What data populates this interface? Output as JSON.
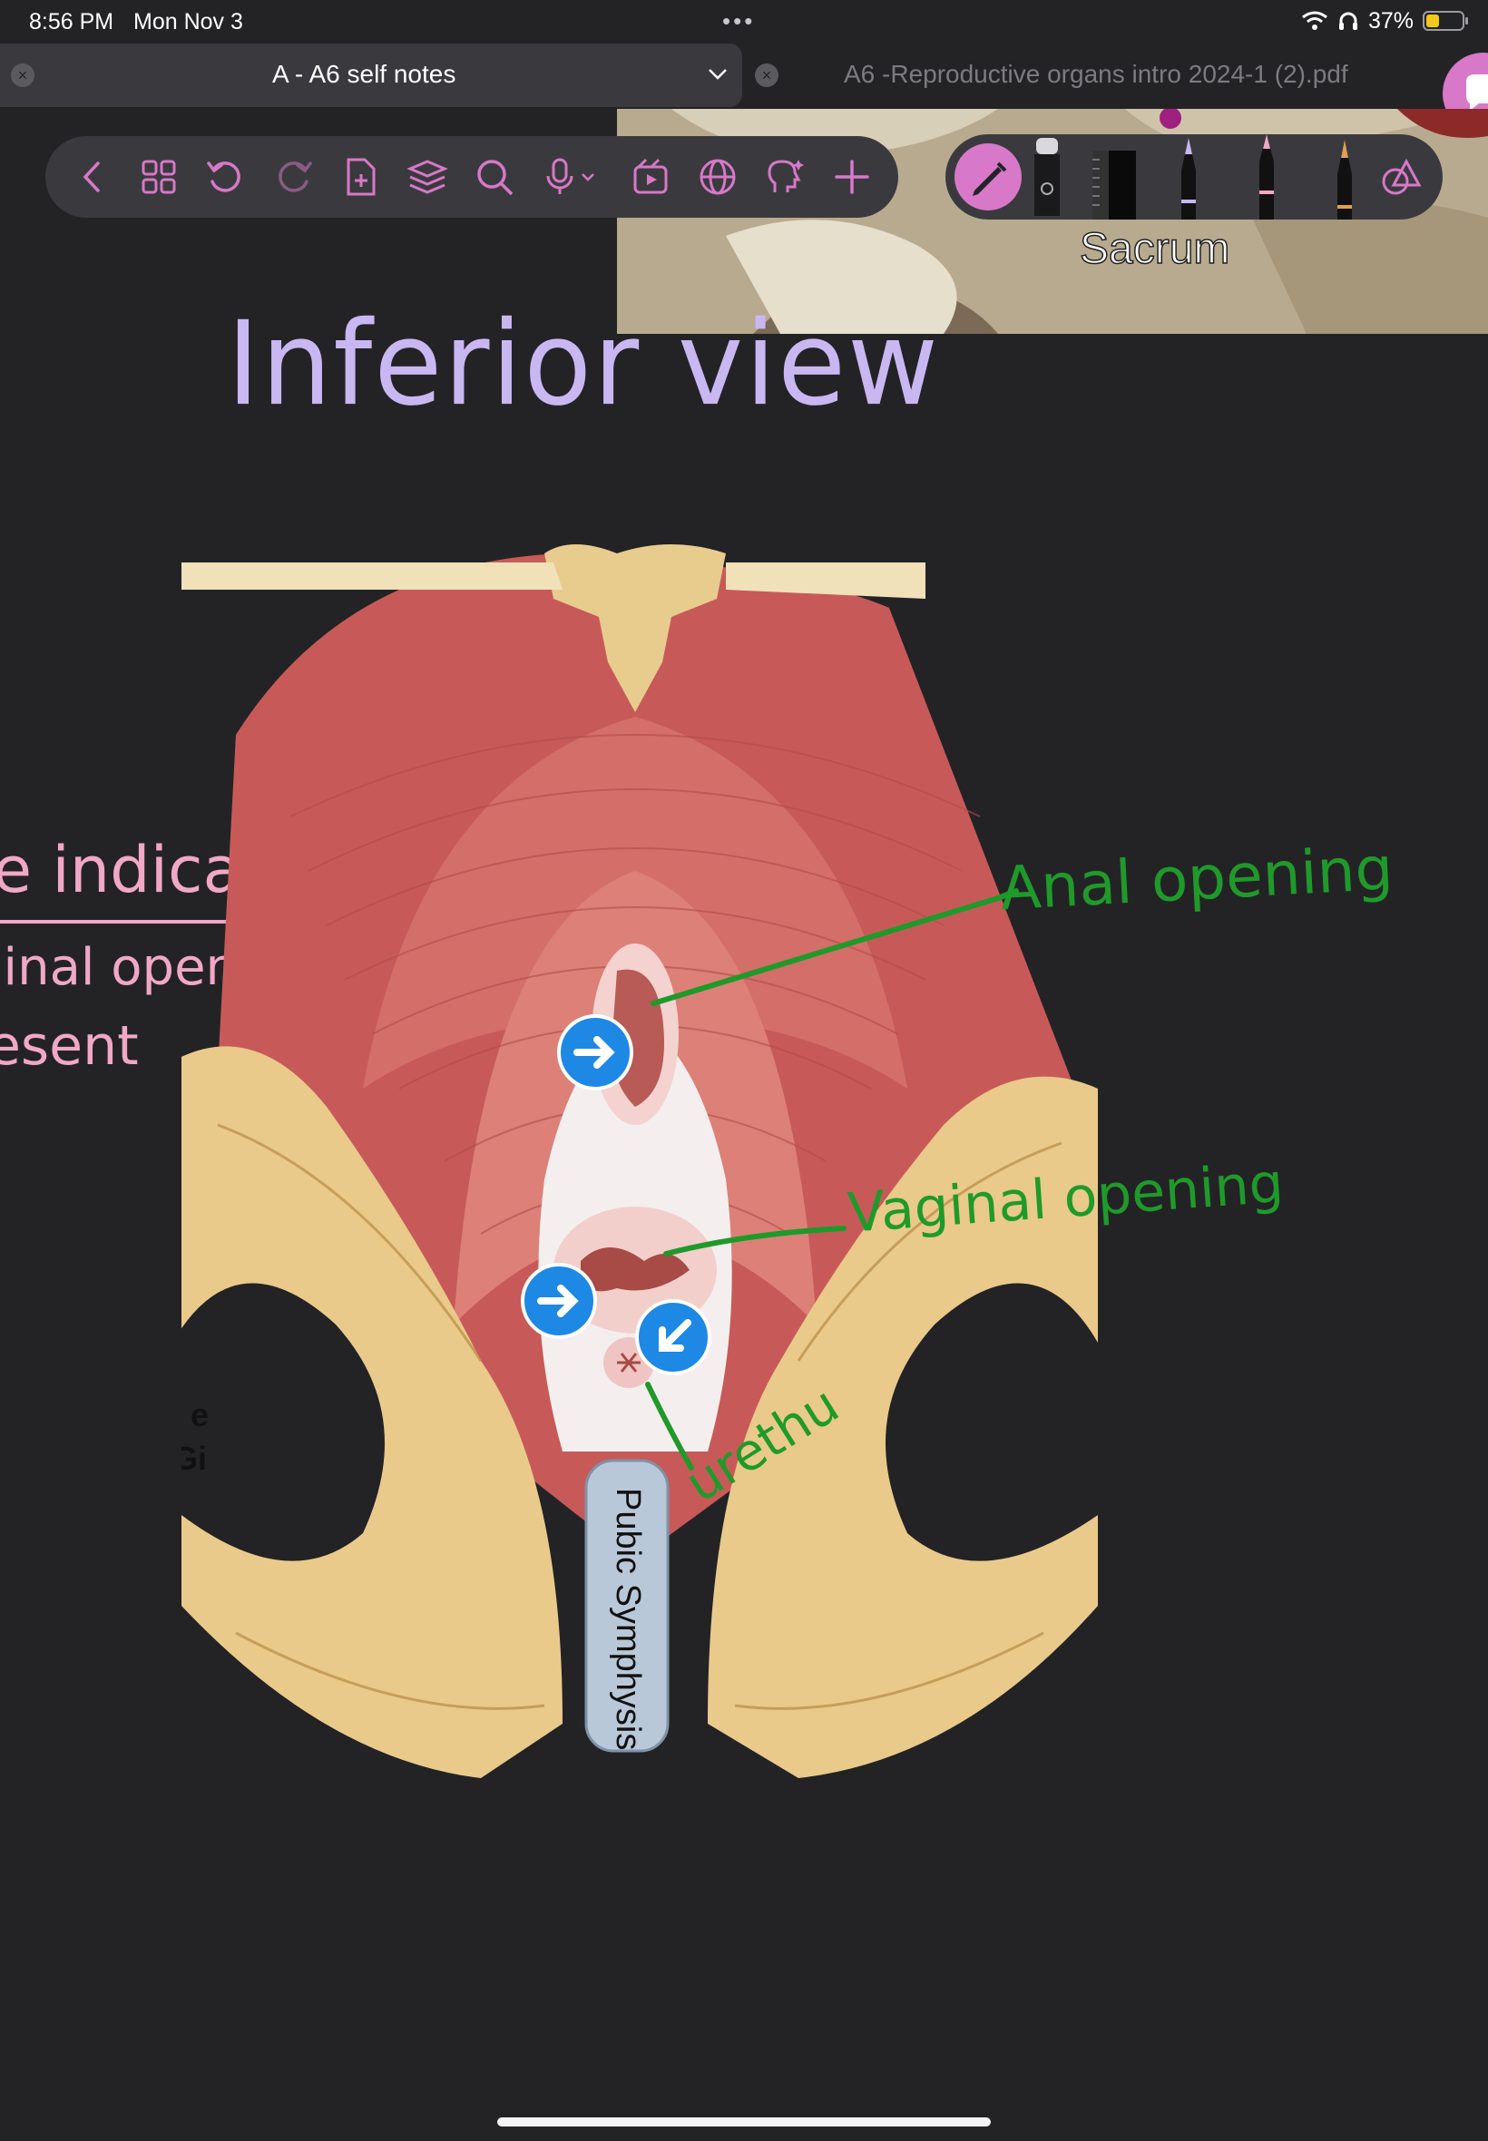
{
  "status": {
    "time": "8:56 PM",
    "date": "Mon Nov 3",
    "battery": "37%",
    "battery_fill_percent": 37
  },
  "tabs": [
    {
      "title": "A - A6 self notes",
      "active": true
    },
    {
      "title": "A6 -Reproductive organs intro 2024-1 (2).pdf",
      "active": false
    }
  ],
  "toolbar_icons": [
    "back-icon",
    "grid-icon",
    "undo-icon",
    "redo-icon",
    "add-page-icon",
    "layers-icon",
    "search-icon",
    "mic-icon",
    "media-icon",
    "web-icon",
    "ai-icon",
    "plus-icon"
  ],
  "pen_icons": [
    "pen-icon",
    "eraser-icon",
    "ruler-icon",
    "pencil-icon",
    "marker-icon",
    "brush-icon",
    "shape-icon"
  ],
  "slide_labels": {
    "sacrum": "Sacrum",
    "pubic_symphysis": "Pubic Symphysis",
    "cut_left_1": "e",
    "cut_left_2": "Gi"
  },
  "handwriting": {
    "heading": "Inferior view",
    "anal": "Anal opening",
    "vaginal": "Vaginal opening",
    "urethra": "urethu",
    "pink_1": "e indicator",
    "pink_2": "jinal opening",
    "pink_3": "esent"
  },
  "colors": {
    "heading": "#c9b7f2",
    "green_ink": "#1f9a2a",
    "pink_ink": "#f0a8c6",
    "accent": "#d778c8",
    "marker_blue": "#1e88e5"
  }
}
